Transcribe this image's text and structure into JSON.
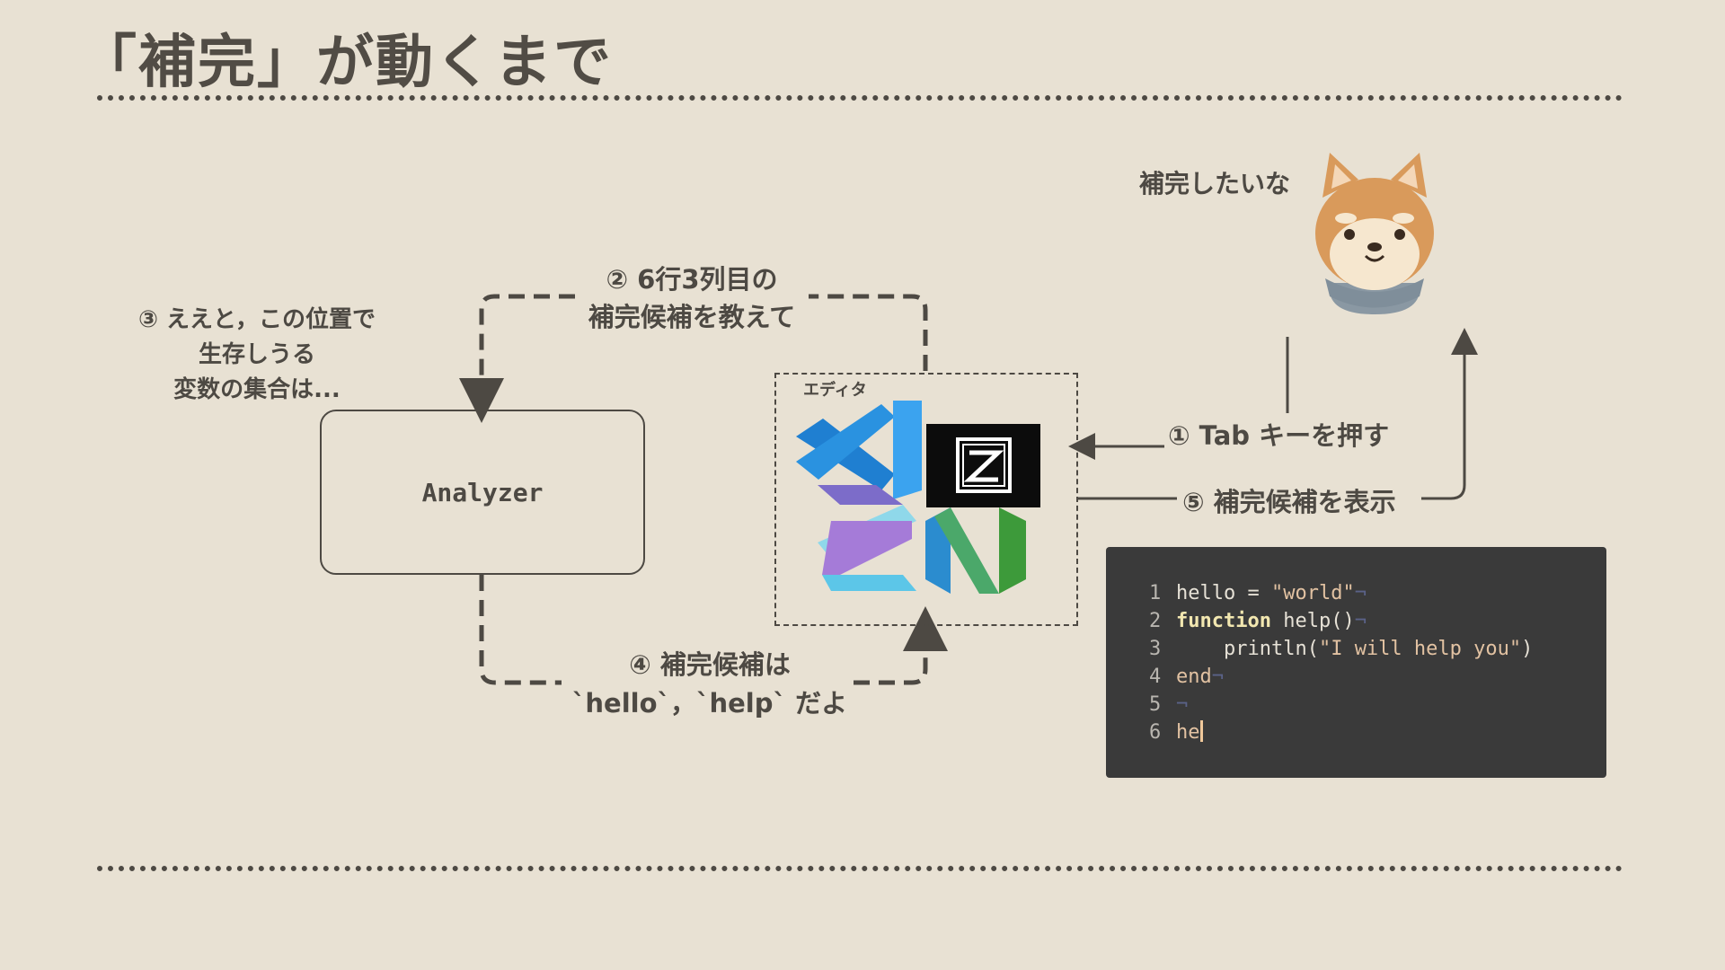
{
  "title": "「補完」が動くまで",
  "user": {
    "thought": "補完したいな"
  },
  "analyzer": {
    "label": "Analyzer"
  },
  "editor": {
    "label": "エディタ"
  },
  "steps": {
    "s1": "① Tab キーを押す",
    "s2": {
      "line1": "② 6行3列目の",
      "line2": "補完候補を教えて"
    },
    "s3": {
      "line1": "③ ええと，この位置で",
      "line2": "生存しうる",
      "line3": "変数の集合は..."
    },
    "s4": {
      "line1": "④ 補完候補は",
      "line2": "`hello`，`help` だよ"
    },
    "s5": "⑤ 補完候補を表示"
  },
  "code": {
    "lines": [
      {
        "n": "1",
        "a": "hello = ",
        "b": "\"world\"",
        "eol": "¬"
      },
      {
        "n": "2",
        "kw": "function",
        "rest": " help()",
        "eol": "¬"
      },
      {
        "n": "3",
        "pre": "    println(",
        "s": "\"I will help you\"",
        "post": ")"
      },
      {
        "n": "4",
        "kw2": "end",
        "eol": "¬"
      },
      {
        "n": "5",
        "eol": "¬"
      },
      {
        "n": "6",
        "kw2": "he"
      }
    ]
  },
  "icons": [
    "shiba-dog-icon",
    "vscode-icon",
    "zed-icon",
    "emacs-icon",
    "neovim-icon"
  ],
  "colors": {
    "background": "#e8e1d3",
    "ink": "#4d4943",
    "code_bg": "#3a3a3a"
  }
}
